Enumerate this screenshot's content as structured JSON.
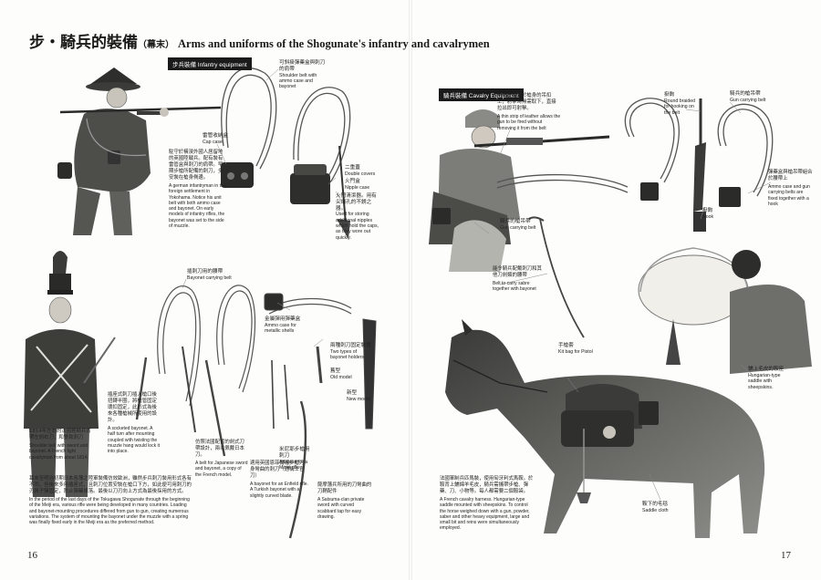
{
  "title": {
    "zh": "步・騎兵的裝備",
    "zh_sub": "（幕末）",
    "en": "Arms and uniforms of the Shogunate's infantry and cavalrymen"
  },
  "left_page": {
    "section_tag": "步兵裝備 Infantry equipment",
    "page_number": "16",
    "labels": {
      "shoulder_belt": {
        "zh": "可斜掛彈藥盒與刺刀的肩帶",
        "en": "Shoulder belt with ammo case and bayonet"
      },
      "cap_case": {
        "zh": "雷管收納盒",
        "en": "Cap case"
      },
      "double_covers": {
        "zh": "二重蓋",
        "en": "Double covers"
      },
      "nipple_case": {
        "zh": "火門盒",
        "en": "Nipple case"
      },
      "nipple_cleaner": {
        "zh": "火門清潔器。用有尖細孔的不銹之器。",
        "en": "Used for storing additional nipples which hold the caps, as they wore out quickly."
      },
      "infantry_caption": {
        "zh": "駐守於橫濱外國人居留地的英國陸戰兵。配有裝有雷管盒與刺刀的肩帶。早期步槍所配備的刺刀，多安裝在槍身側邊。",
        "en": "A german infantryman in the foreign settlement in Yokohama. Notice his unit belt with both ammo case and bayonet. On early models of infantry rifles, the bayonet was set to the side of muzzle."
      },
      "bayonet_belt": {
        "zh": "插刺刀用的腰帶",
        "en": "Bayonet carrying belt"
      },
      "ammo_case_cartridges": {
        "zh": "金屬彈用彈藥盒",
        "en": "Ammo case for metallic shells"
      },
      "two_holders": {
        "zh": "兩種刺刀固定裝置",
        "en": "Two types of bayonet holders"
      },
      "old_model": {
        "zh": "舊型",
        "en": "Old model"
      },
      "new_model": {
        "zh": "新型",
        "en": "New model"
      },
      "socket_bayonet": {
        "zh": "插座式刺刀插入槍口後扭轉半圈，將槍管固定環扣固定，此形式為後來各種槍械所使用的設計。",
        "en": "A socketed bayonet. A half turn after mounting coupled with twisting the muzzle hang would lock it into place."
      },
      "japanese_sword_bayonet": {
        "zh": "仿照法國配置的劍式刀帶設計，兩以佩戴日本刀。",
        "en": "A belt for Japanese sword and bayonet, a copy of the French model."
      },
      "enfield_bayonet": {
        "zh": "適用英國恩菲爾德步槍刀身彎曲的刺刀（通稱士官刀）",
        "en": "A bayonet for an Enfield rifle. A Turkish bayonet with a slightly curved blade."
      },
      "minie_adapter": {
        "zh": "米尼耶步槍用刺刀",
        "en": "Adapted for a Minié rifle"
      },
      "satsuma_bayonet": {
        "zh": "薩摩藩兵所用的刀彎曲的刀鞘配件",
        "en": "A Satsuma-clan private sword with curved scabbard tap for easy drawing."
      },
      "cavalryman_caption": {
        "zh": "1814年左右的法國輕騎兵背帶左劍右刀，和雙款刺刀",
        "en": "Shoulder belt with sword and bayonet. A French light cavalryman from about 1814."
      },
      "bottom_caption": {
        "zh": "幕末至明治初期日本各藩之陸軍裝備仿效歐洲，雖然步兵刺刀裝用形式各有不同，但後來多用插座式，且刺刀位置安裝在槍口下方，如此便可用刺刀的刃將子彈固定，防止彈藥掉落。最後以刀刃向上方式為最後採用的方式。",
        "en": "In the period of the last days of the Tokugawa Shogunate through the beginning of the Meiji era, various rifle were being developed in many countries. Loading and bayonet-mounting procedures differed from gun to gun, creating numerous variations. The system of mounting the bayonet under the muzzle with a spring was finally fixed early in the Meiji era as the preferred method."
      }
    }
  },
  "right_page": {
    "section_tag": "騎兵裝備 Cavalry Equipment",
    "page_number": "17",
    "labels": {
      "leather_strip": {
        "zh": "用細皮繩繫於槍身的吊扣上，射擊時無需取下，直接拉出即可射擊。",
        "en": "A thin strip of leather allows the gun to be fired without removing it from the belt"
      },
      "gun_carrying_belt": {
        "zh": "騎兵的槍吊帶",
        "en": "Gun carrying belt"
      },
      "hook": {
        "zh": "掛鉤",
        "en": "Round braided for hooking on the belt"
      },
      "gun_carrying_belt2": {
        "zh": "騎兵的槍吊帶",
        "en": "Gun carrying belt"
      },
      "sabre_belt": {
        "zh": "能令騎兵配戴刺刀和其他刀劍類的腰帶",
        "en": "Belt to carry sabre together with bayonet"
      },
      "hook2": {
        "zh": "掛鉤",
        "en": "Hook"
      },
      "ammo_gun_belts": {
        "zh": "彈藥盒與槍吊帶組合於腰帶上",
        "en": "Ammo case and gun carrying belts are fixed together with a hook"
      },
      "hungarian_saddle": {
        "zh": "鋪上毛皮的鞍座",
        "en": "Hungarian-type saddle with sheepskins."
      },
      "pistol_bag": {
        "zh": "手槍套",
        "en": "Kit bag for Pistol"
      },
      "saddle_cloth": {
        "zh": "鞍下的毛毯",
        "en": "Saddle cloth"
      },
      "horse_caption": {
        "zh": "法國軍制兵匹馬裝，使用匈牙利式馬鞍。於鞍背上鋪綿羊毛皮，騎兵需攜帶步槍、彈藥、刀、小物等。每人都需要二個鞍袋。",
        "en": "A French cavalry harness. Hungarian-type saddle mounted with sheepskins. To control the horse weighed down with a gun, powder, saber and other heavy equipment, large and small bit and reins were simultaneously employed."
      }
    }
  }
}
